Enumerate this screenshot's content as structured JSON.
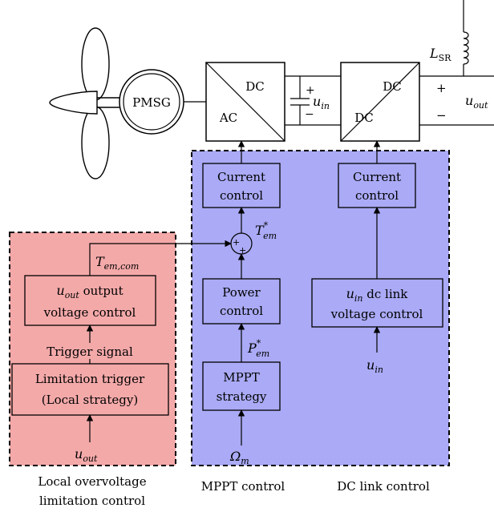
{
  "colors": {
    "local_region_fill": "#f4a9a9",
    "control_region_fill": "#aaaaf6",
    "stroke": "#000000"
  },
  "plant": {
    "generator": "PMSG",
    "converter1": {
      "top_right": "DC",
      "bottom_left": "AC"
    },
    "converter2": {
      "top_right": "DC",
      "bottom_left": "DC"
    },
    "capacitor": {
      "plus": "+",
      "minus": "−",
      "voltage_var": "u",
      "voltage_sub": "in"
    },
    "inductor": {
      "var": "L",
      "sub": "SR"
    },
    "output": {
      "plus": "+",
      "minus": "−",
      "var": "u",
      "sub": "out"
    }
  },
  "mppt_control": {
    "current_control": [
      "Current",
      "control"
    ],
    "summing_label": {
      "var": "T",
      "sup": "*",
      "sub": "em"
    },
    "power_control": [
      "Power",
      "control"
    ],
    "power_ref": {
      "var": "P",
      "sup": "*",
      "sub": "em"
    },
    "mppt_strategy": [
      "MPPT",
      "strategy"
    ],
    "input": {
      "var": "Ω",
      "sub": "m"
    },
    "caption": "MPPT control"
  },
  "dc_link_control": {
    "current_control": [
      "Current",
      "control"
    ],
    "voltage_control": {
      "line1_var": "u",
      "line1_sub": "in",
      "line1_rest": " dc link",
      "line2": "voltage control"
    },
    "input": {
      "var": "u",
      "sub": "in"
    },
    "caption": "DC link control"
  },
  "local_control": {
    "torque_out": {
      "var": "T",
      "sub": "em,com"
    },
    "voltage_control": {
      "line1_var": "u",
      "line1_sub": "out",
      "line1_rest": " output",
      "line2": "voltage control"
    },
    "trigger_signal": "Trigger signal",
    "limitation_trigger": [
      "Limitation trigger",
      "(Local strategy)"
    ],
    "input": {
      "var": "u",
      "sub": "out"
    },
    "caption": [
      "Local overvoltage",
      "limitation control"
    ]
  }
}
